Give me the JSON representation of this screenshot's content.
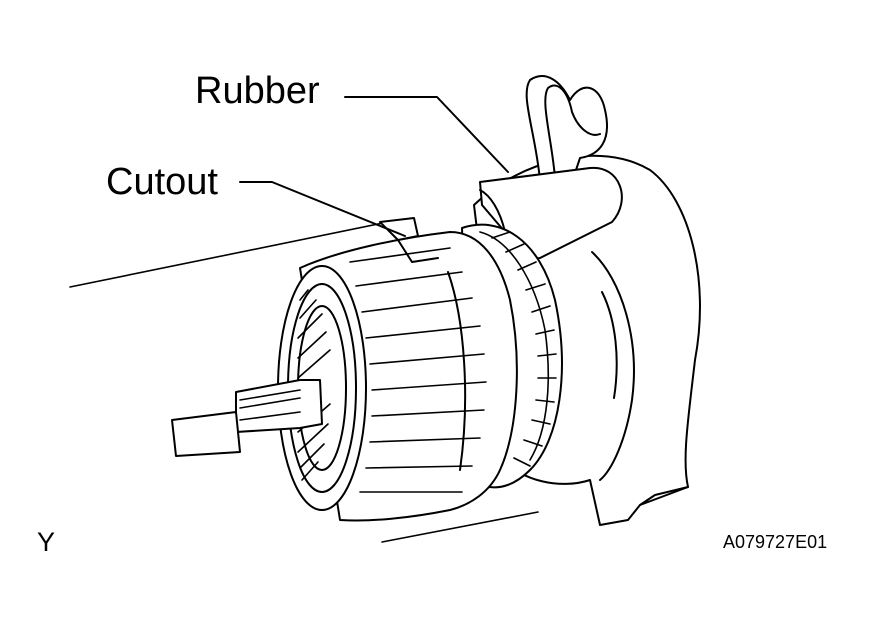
{
  "labels": {
    "rubber": "Rubber",
    "cutout": "Cutout",
    "view": "Y",
    "figure_id": "A079727E01"
  },
  "colors": {
    "line": "#000000",
    "background": "#ffffff"
  }
}
